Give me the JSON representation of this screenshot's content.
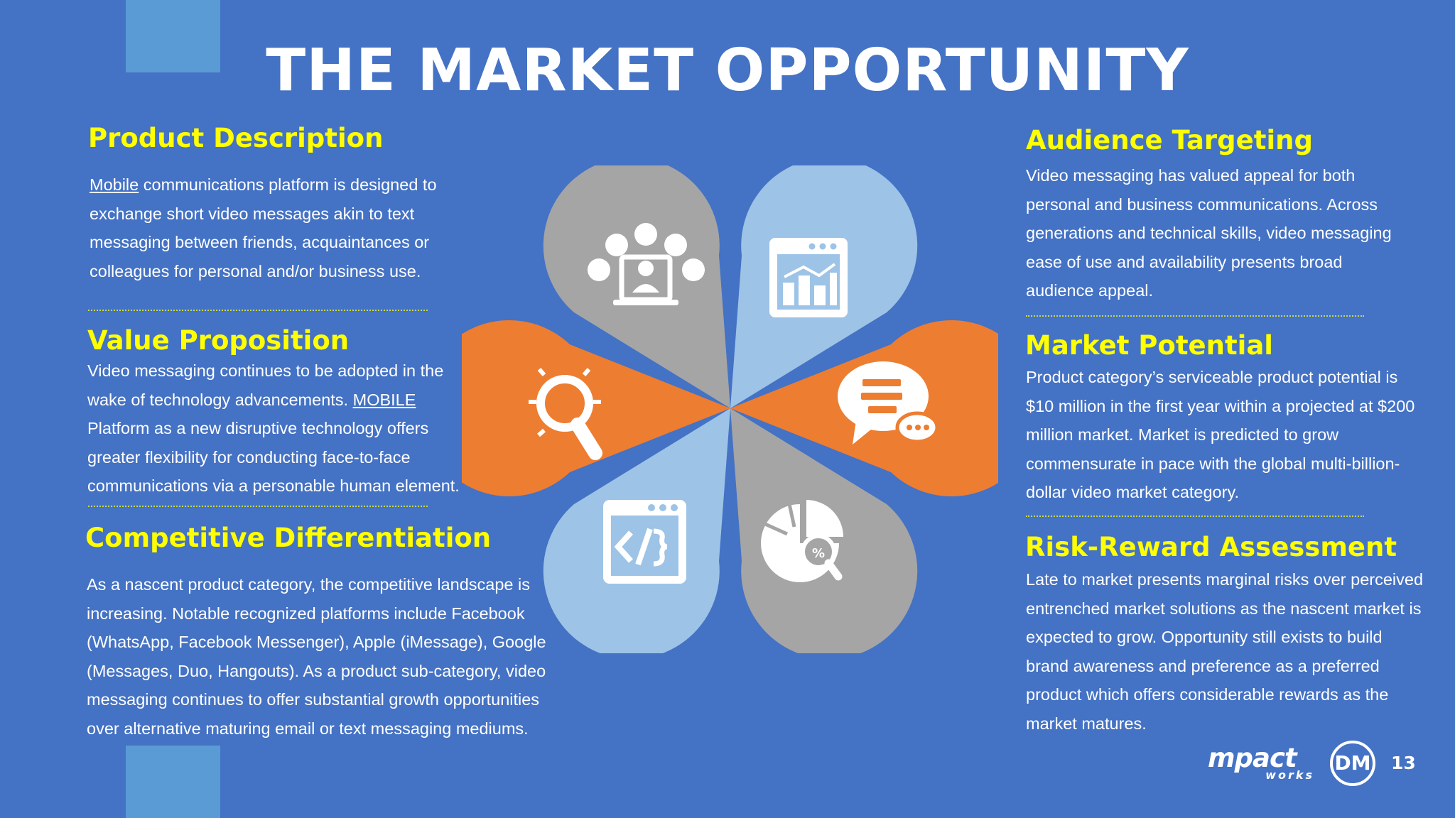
{
  "slide": {
    "title": "THE MARKET OPPORTUNITY",
    "page_number": "13",
    "colors": {
      "background": "#4472C4",
      "heading": "#FFFF00",
      "accent_orange": "#ED7D31",
      "petal_gray": "#A5A5A5",
      "petal_light_blue": "#9DC3E6"
    }
  },
  "left": {
    "product": {
      "heading": "Product Description",
      "link": "Mobile",
      "text_after_link": " communications platform is designed to exchange short video messages akin to text messaging between friends, acquaintances or colleagues for personal and/or business use."
    },
    "value": {
      "heading": "Value Proposition",
      "text_before_link": "Video messaging continues to be adopted in the wake of technology advancements. ",
      "link": "MOBILE",
      "text_after_link": " Platform as a new disruptive technology offers greater flexibility for conducting face-to-face communications via a personable human element."
    },
    "competitive": {
      "heading": "Competitive Differentiation",
      "text": "As a nascent product category, the competitive landscape is increasing. Notable recognized platforms include Facebook (WhatsApp, Facebook Messenger), Apple (iMessage), Google (Messages, Duo, Hangouts). As a product sub-category, video messaging continues to offer substantial growth opportunities over alternative maturing email or text messaging mediums."
    }
  },
  "right": {
    "audience": {
      "heading": "Audience Targeting",
      "text": "Video messaging has valued appeal for both personal and business communications. Across generations and technical skills, video messaging ease of use and availability presents broad audience appeal."
    },
    "market": {
      "heading": "Market Potential",
      "text": "Product category’s serviceable product potential is $10 million in the first year within a projected at $200 million market. Market is predicted to grow commensurate in pace with the global multi-billion-dollar video market category."
    },
    "risk": {
      "heading": "Risk-Reward Assessment",
      "text": "Late to market presents marginal risks over perceived entrenched market solutions as the nascent market is expected to grow. Opportunity still exists to build brand awareness and preference as a preferred product which offers considerable rewards as the market matures."
    }
  },
  "icons": {
    "top_left": "people-network-icon",
    "top_right": "analytics-browser-icon",
    "left": "magnifier-icon",
    "right": "chat-bubble-icon",
    "bottom_left": "code-window-icon",
    "bottom_right": "pie-chart-search-icon"
  },
  "logo": {
    "main": "mpact",
    "sub": "works",
    "badge": "DM"
  }
}
